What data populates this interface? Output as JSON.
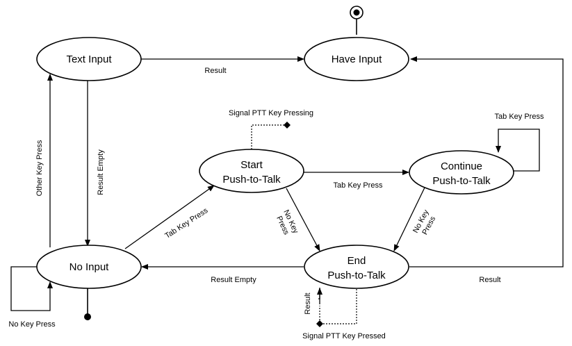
{
  "states": {
    "text_input": "Text Input",
    "have_input": "Have Input",
    "start_ptt_line1": "Start",
    "start_ptt_line2": "Push-to-Talk",
    "continue_ptt_line1": "Continue",
    "continue_ptt_line2": "Push-to-Talk",
    "no_input": "No Input",
    "end_ptt_line1": "End",
    "end_ptt_line2": "Push-to-Talk"
  },
  "transitions": {
    "result_top": "Result",
    "result_right": "Result",
    "result_end_loop": "Result",
    "result_empty_vertical": "Result Empty",
    "result_empty_bottom": "Result Empty",
    "other_key_press": "Other Key Press",
    "tab_key_press_diag": "Tab Key Press",
    "tab_key_press_mid": "Tab Key Press",
    "tab_key_press_loop": "Tab Key Press",
    "no_key_press_left_line1": "No Key",
    "no_key_press_left_line2": "Press",
    "no_key_press_right_line1": "No Key",
    "no_key_press_right_line2": "Press",
    "no_key_press_loop": "No Key Press"
  },
  "signals": {
    "pressing": "Signal PTT Key Pressing",
    "pressed": "Signal PTT Key Pressed"
  }
}
